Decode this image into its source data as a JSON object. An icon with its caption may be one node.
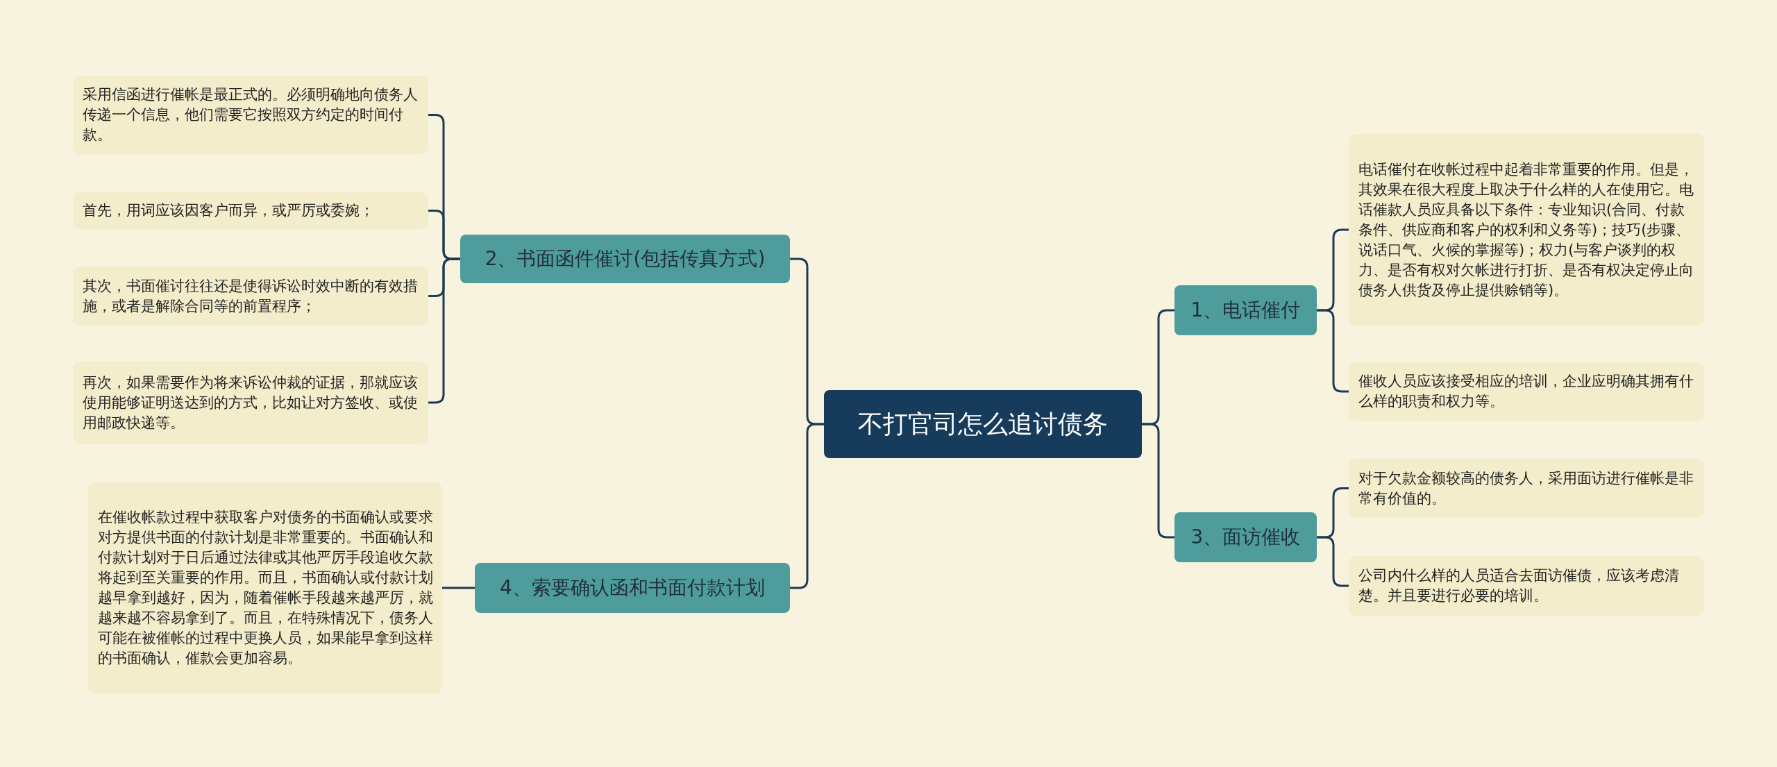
{
  "diagram": {
    "nodes": [
      {
        "text": [
          "不打官司怎么追讨债务"
        ]
      },
      {
        "text": [
          "1、电话催付"
        ]
      },
      {
        "text": [
          "2、书面函件催讨(包括传真方式)"
        ]
      },
      {
        "text": [
          "3、面访催收"
        ]
      },
      {
        "text": [
          "4、索要确认函和书面付款计划"
        ]
      },
      {
        "text": [
          "电话催付在收帐过程中起着非常重要的作用。但是，其效果在很大程度上取决于什么样的人在使用它。电话催款人员应具备以下条件：专业知识(合同、付款条件、供应商和客户的权利和义务等)；技巧(步骤、说话口气、火候的掌握等)；权力(与客户谈判的权力、是否有权对欠帐进行打折、是否有权决定停止向债务人供货及停止提供赊销等)。"
        ]
      },
      {
        "text": [
          "催收人员应该接受相应的培训，企业应明确其拥有什么样的职责和权力等。"
        ]
      },
      {
        "text": [
          "采用信函进行催帐是最正式的。必须明确地向债务人传递一个信息，他们需要它按照双方约定的时间付款。"
        ]
      },
      {
        "text": [
          "首先，用词应该因客户而异，或严厉或委婉；"
        ]
      },
      {
        "text": [
          "其次，书面催讨往往还是使得诉讼时效中断的有效措施，或者是解除合同等的前置程序；"
        ]
      },
      {
        "text": [
          "再次，如果需要作为将来诉讼仲裁的证据，那就应该使用能够证明送达到的方式，比如让对方签收、或使用邮政快递等。"
        ]
      },
      {
        "text": [
          "对于欠款金额较高的债务人，采用面访进行催帐是非常有价值的。"
        ]
      },
      {
        "text": [
          "公司内什么样的人员适合去面访催债，应该考虑清楚。并且要进行必要的培训。"
        ]
      },
      {
        "text": [
          "在催收帐款过程中获取客户对债务的书面确认或要求对方提供书面的付款计划是非常重要的。书面确认和付款计划对于日后通过法律或其他严厉手段追收欠款将起到至关重要的作用。而且，书面确认或付款计划越早拿到越好，因为，随着催帐手段越来越严厉，就越来越不容易拿到了。而且，在特殊情况下，债务人可能在被催帐的过程中更换人员，如果能早拿到这样的书面确认，催款会更加容易。"
        ]
      }
    ],
    "edges": [
      {
        "from": 0,
        "to": 1,
        "arrow": "none"
      },
      {
        "from": 0,
        "to": 2,
        "arrow": "none"
      },
      {
        "from": 0,
        "to": 3,
        "arrow": "none"
      },
      {
        "from": 0,
        "to": 4,
        "arrow": "none"
      },
      {
        "from": 1,
        "to": 5,
        "arrow": "none"
      },
      {
        "from": 1,
        "to": 6,
        "arrow": "none"
      },
      {
        "from": 2,
        "to": 7,
        "arrow": "none"
      },
      {
        "from": 2,
        "to": 8,
        "arrow": "none"
      },
      {
        "from": 2,
        "to": 9,
        "arrow": "none"
      },
      {
        "from": 2,
        "to": 10,
        "arrow": "none"
      },
      {
        "from": 3,
        "to": 11,
        "arrow": "none"
      },
      {
        "from": 3,
        "to": 12,
        "arrow": "none"
      },
      {
        "from": 4,
        "to": 13,
        "arrow": "none"
      }
    ]
  }
}
